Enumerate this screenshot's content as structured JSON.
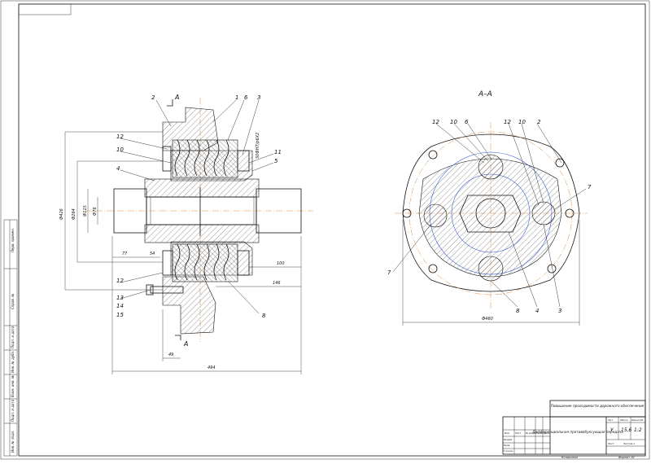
{
  "section_title": "A–A",
  "section_marks": {
    "top": "A",
    "bottom": "A"
  },
  "left_callouts": [
    "2",
    "1",
    "6",
    "3",
    "12",
    "10",
    "4",
    "11",
    "5",
    "12",
    "13",
    "14",
    "15",
    "8"
  ],
  "right_callouts": [
    "12",
    "10",
    "6",
    "12",
    "10",
    "2",
    "7",
    "7",
    "8",
    "4",
    "3"
  ],
  "dimensions": {
    "d426": "Ф426",
    "d264": "Ф264",
    "d115": "Ф115",
    "d76": "Ф76",
    "len77": "77",
    "len54": "54",
    "len100": "100",
    "len146": "146",
    "len49": "49",
    "len494": "494",
    "d460": "Ф460",
    "spline": "50ФН7/р6X2"
  },
  "title_block": {
    "project": "Повышение проходимости дорожного обеспечения",
    "title": "Дифференциальная противобуксующая передача",
    "lit": "Лит.",
    "mass": "Масса",
    "scale_label": "Масштаб",
    "mass_value": "15,6",
    "scale_value": "1:2",
    "sheet": "Лист",
    "sheets": "Листов 1",
    "copied": "Копировал",
    "format": "Формат А1",
    "rows": [
      "Изм.",
      "Лист",
      "№ докум.",
      "Подп.",
      "Дата"
    ],
    "roles": [
      "Разраб.",
      "Пров.",
      "Т.контр.",
      "Н.контр.",
      "Утв."
    ],
    "lit_value": "У"
  },
  "left_strip": [
    "Перв. примен.",
    "Справ. №",
    "Подп. и дата",
    "Инв. № дубл.",
    "Взам. инв. №",
    "Подп. и дата",
    "Инв. № подл."
  ]
}
